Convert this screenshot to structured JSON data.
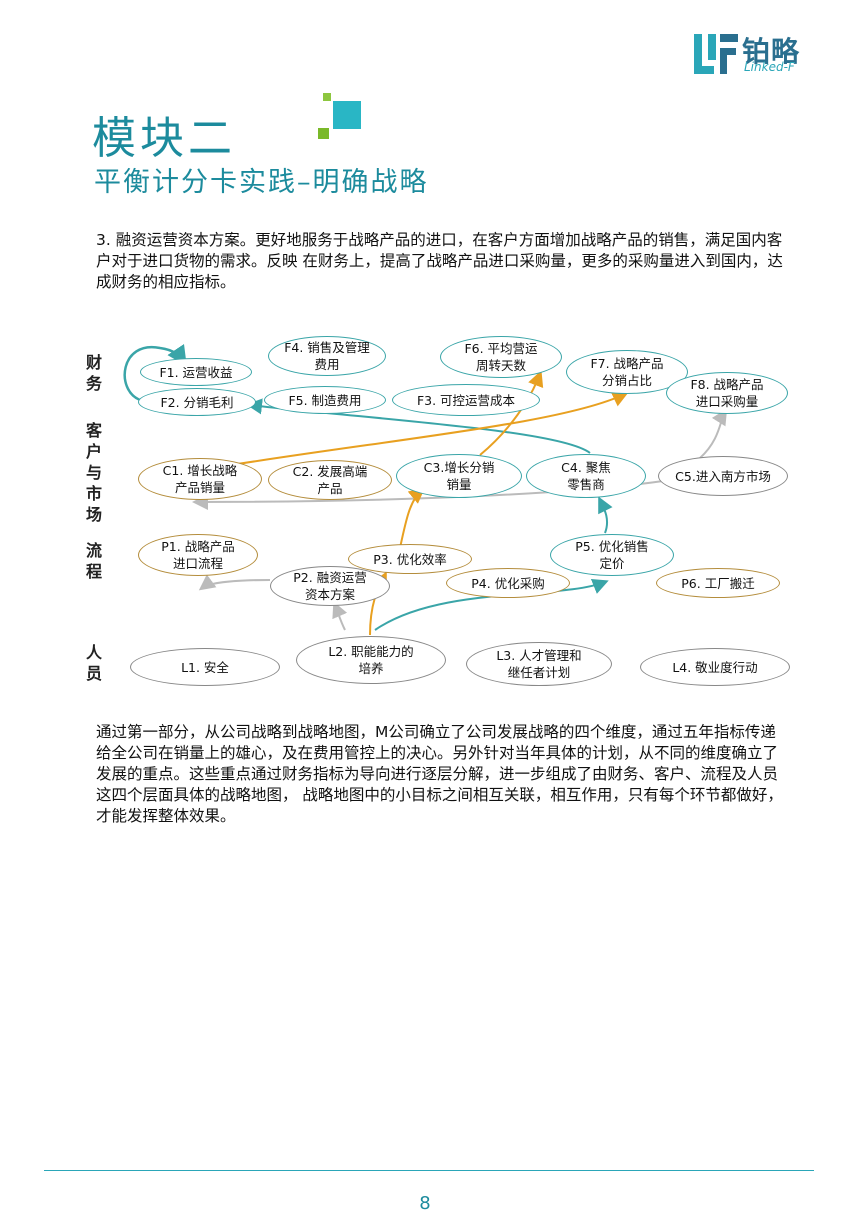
{
  "header": {
    "logo_cn": "铂略",
    "logo_en": "Linked-F"
  },
  "title": {
    "main": "模块二",
    "sub": "平衡计分卡实践–明确战略"
  },
  "paragraph1": "3. 融资运营资本方案。更好地服务于战略产品的进口，在客户方面增加战略产品的销售，满足国内客户对于进口货物的需求。反映 在财务上，提高了战略产品进口采购量，更多的采购量进入到国内，达成财务的相应指标。",
  "diagram": {
    "row_labels": {
      "finance": "财务",
      "customer": "客户与市场",
      "process": "流程",
      "people": "人员"
    },
    "nodes": {
      "F1": "F1. 运营收益",
      "F2": "F2. 分销毛利",
      "F4": "F4. 销售及管理\n费用",
      "F5": "F5. 制造费用",
      "F6": "F6. 平均营运\n周转天数",
      "F3": "F3. 可控运营成本",
      "F7": "F7. 战略产品\n分销占比",
      "F8": "F8. 战略产品\n进口采购量",
      "C1": "C1. 增长战略\n产品销量",
      "C2": "C2. 发展高端\n产品",
      "C3": "C3.增长分销\n销量",
      "C4": "C4. 聚焦\n零售商",
      "C5": "C5.进入南方市场",
      "P1": "P1. 战略产品\n进口流程",
      "P2": "P2. 融资运营\n资本方案",
      "P3": "P3. 优化效率",
      "P4": "P4. 优化采购",
      "P5": "P5. 优化销售\n定价",
      "P6": "P6. 工厂搬迁",
      "L1": "L1. 安全",
      "L2": "L2. 职能能力的\n培养",
      "L3": "L3. 人才管理和\n继任者计划",
      "L4": "L4. 敬业度行动"
    },
    "colors": {
      "teal": "#3aa5a8",
      "gold": "#e8a020",
      "gray": "#bbbbbb"
    }
  },
  "paragraph2": "通过第一部分，从公司战略到战略地图，M公司确立了公司发展战略的四个维度，通过五年指标传递给全公司在销量上的雄心，及在费用管控上的决心。另外针对当年具体的计划，从不同的维度确立了发展的重点。这些重点通过财务指标为导向进行逐层分解，进一步组成了由财务、客户、流程及人员这四个层面具体的战略地图， 战略地图中的小目标之间相互关联，相互作用，只有每个环节都做好，才能发挥整体效果。",
  "footer": {
    "page_number": "8"
  }
}
